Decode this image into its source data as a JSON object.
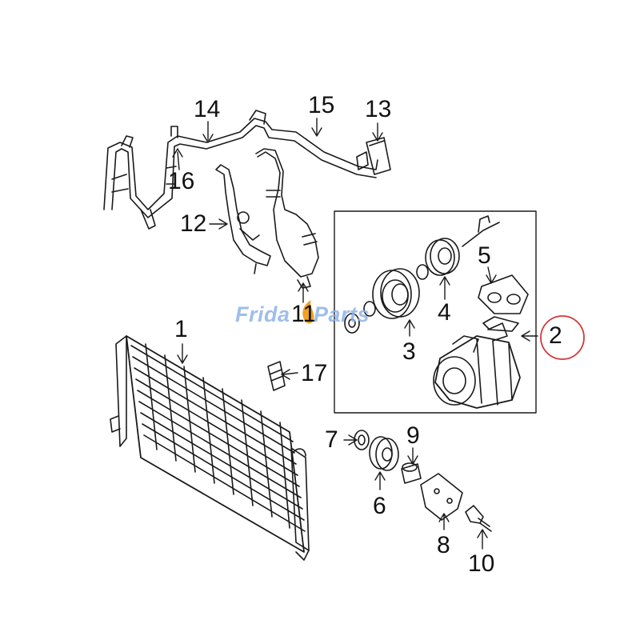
{
  "callouts": [
    {
      "id": "1",
      "label": "1"
    },
    {
      "id": "2",
      "label": "2",
      "highlighted": true
    },
    {
      "id": "3",
      "label": "3"
    },
    {
      "id": "4",
      "label": "4"
    },
    {
      "id": "5",
      "label": "5"
    },
    {
      "id": "6",
      "label": "6"
    },
    {
      "id": "7",
      "label": "7"
    },
    {
      "id": "8",
      "label": "8"
    },
    {
      "id": "9",
      "label": "9"
    },
    {
      "id": "10",
      "label": "10"
    },
    {
      "id": "11",
      "label": "11"
    },
    {
      "id": "12",
      "label": "12"
    },
    {
      "id": "13",
      "label": "13"
    },
    {
      "id": "14",
      "label": "14"
    },
    {
      "id": "15",
      "label": "15"
    },
    {
      "id": "16",
      "label": "16"
    },
    {
      "id": "17",
      "label": "17"
    }
  ],
  "watermark": {
    "part1": "Frida",
    "part2": "Parts"
  },
  "colors": {
    "line": "#1a1a1a",
    "highlight_circle": "#d23a3a",
    "watermark_blue": "#8fb3e6",
    "watermark_orange": "#f0a023"
  }
}
